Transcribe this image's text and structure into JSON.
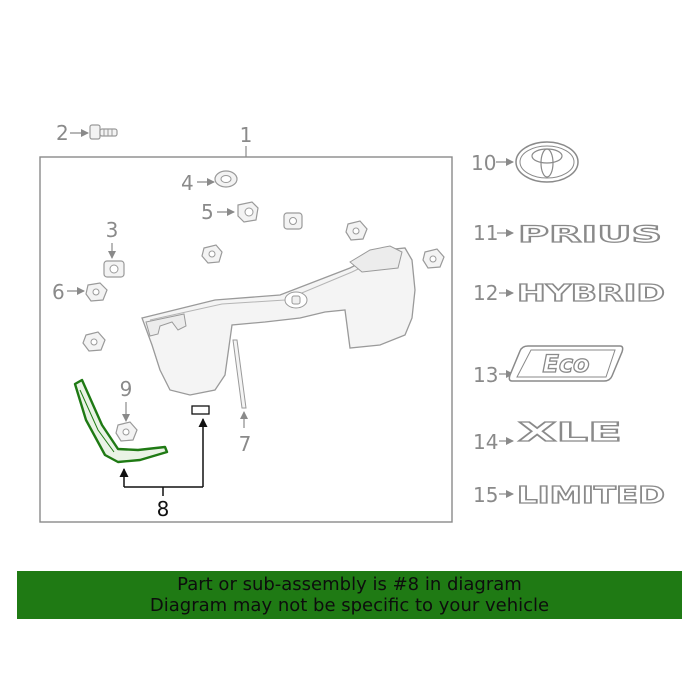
{
  "callouts": {
    "c1": "1",
    "c2": "2",
    "c3": "3",
    "c4": "4",
    "c5": "5",
    "c6": "6",
    "c7": "7",
    "c8": "8",
    "c9": "9",
    "c10": "10",
    "c11": "11",
    "c12": "12",
    "c13": "13",
    "c14": "14",
    "c15": "15"
  },
  "emblems": {
    "prius": "PRIUS",
    "hybrid": "HYBRID",
    "eco": "Eco",
    "xle": "XLE",
    "limited": "LIMITED"
  },
  "banner": {
    "line1": "Part or sub-assembly is #8 in diagram",
    "line2": "Diagram may not be specific to your vehicle"
  },
  "colors": {
    "highlight": "#1f7a14",
    "line": "#8a8a8a"
  }
}
